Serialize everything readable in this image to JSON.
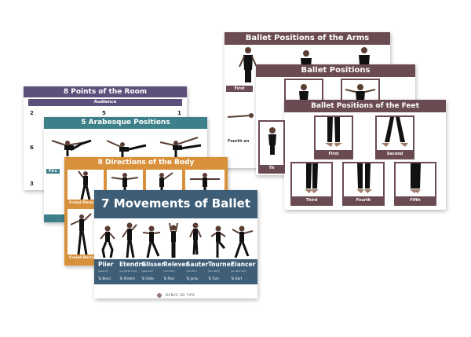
{
  "colors": {
    "plum": "#6b4b52",
    "plum_dark": "#5a3e44",
    "purple": "#5c4f7b",
    "teal": "#3d8089",
    "orange": "#d8913a",
    "blue": "#3e5e78",
    "skin_dark": "#6a4a3a",
    "black": "#111111"
  },
  "arms_card": {
    "title": "Ballet Positions of the Arms",
    "labels": [
      "First",
      "Fourth en"
    ]
  },
  "positions_card": {
    "title": "Ballet Positions"
  },
  "feet_card": {
    "title": "Ballet Positions of the Feet",
    "left_label": "Th",
    "positions": [
      "First",
      "Second",
      "Third",
      "Fourth",
      "Fifth"
    ]
  },
  "room_card": {
    "title": "8 Points of the Room",
    "audience": "Audience",
    "numbers": [
      "2",
      "5",
      "1",
      "6",
      "3"
    ]
  },
  "arabesque_card": {
    "title": "5 Arabesque Positions",
    "left_label": "Firs"
  },
  "directions_card": {
    "title": "8 Directions of the Body",
    "labels": [
      "Croisé Devan",
      "Croisé Derrie"
    ]
  },
  "movements_card": {
    "title": "7 Movements of Ballet",
    "brand": "DANCE ED TIPS",
    "movements": [
      {
        "name": "Plier",
        "sub": "(plee-AY)",
        "translation": "To Bend"
      },
      {
        "name": "Etendre",
        "sub": "(ay-TAHN-druh)",
        "translation": "To Stretch"
      },
      {
        "name": "Glisser",
        "sub": "(glee-SAY)",
        "translation": "To Glide"
      },
      {
        "name": "Relever",
        "sub": "(ruhl-VAY)",
        "translation": "To Rise"
      },
      {
        "name": "Sauter",
        "sub": "(soh-TAY)",
        "translation": "To Jump"
      },
      {
        "name": "Tourner",
        "sub": "(toor-NAY)",
        "translation": "To Turn"
      },
      {
        "name": "Elancer",
        "sub": "(ay-lahn-SAY)",
        "translation": "To Dart"
      }
    ]
  }
}
